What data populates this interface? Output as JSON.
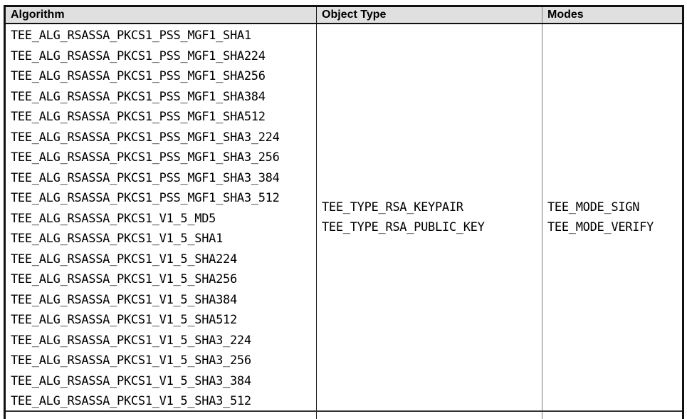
{
  "table": {
    "columns": [
      {
        "label": "Algorithm"
      },
      {
        "label": "Object Type"
      },
      {
        "label": "Modes"
      }
    ],
    "row": {
      "algorithms": [
        "TEE_ALG_RSASSA_PKCS1_PSS_MGF1_SHA1",
        "TEE_ALG_RSASSA_PKCS1_PSS_MGF1_SHA224",
        "TEE_ALG_RSASSA_PKCS1_PSS_MGF1_SHA256",
        "TEE_ALG_RSASSA_PKCS1_PSS_MGF1_SHA384",
        "TEE_ALG_RSASSA_PKCS1_PSS_MGF1_SHA512",
        "TEE_ALG_RSASSA_PKCS1_PSS_MGF1_SHA3_224",
        "TEE_ALG_RSASSA_PKCS1_PSS_MGF1_SHA3_256",
        "TEE_ALG_RSASSA_PKCS1_PSS_MGF1_SHA3_384",
        "TEE_ALG_RSASSA_PKCS1_PSS_MGF1_SHA3_512",
        "TEE_ALG_RSASSA_PKCS1_V1_5_MD5",
        "TEE_ALG_RSASSA_PKCS1_V1_5_SHA1",
        "TEE_ALG_RSASSA_PKCS1_V1_5_SHA224",
        "TEE_ALG_RSASSA_PKCS1_V1_5_SHA256",
        "TEE_ALG_RSASSA_PKCS1_V1_5_SHA384",
        "TEE_ALG_RSASSA_PKCS1_V1_5_SHA512",
        "TEE_ALG_RSASSA_PKCS1_V1_5_SHA3_224",
        "TEE_ALG_RSASSA_PKCS1_V1_5_SHA3_256",
        "TEE_ALG_RSASSA_PKCS1_V1_5_SHA3_384",
        "TEE_ALG_RSASSA_PKCS1_V1_5_SHA3_512"
      ],
      "object_types": [
        "TEE_TYPE_RSA_KEYPAIR",
        "TEE_TYPE_RSA_PUBLIC_KEY"
      ],
      "modes": [
        "TEE_MODE_SIGN",
        "TEE_MODE_VERIFY"
      ]
    }
  },
  "colors": {
    "header_bg": "#e0e0e0",
    "border": "#111111",
    "divider_1": "#1a1a1a",
    "divider_2": "#7d7d7d",
    "row_separator": "#333333",
    "text": "#000000",
    "page_bg": "#ffffff"
  }
}
